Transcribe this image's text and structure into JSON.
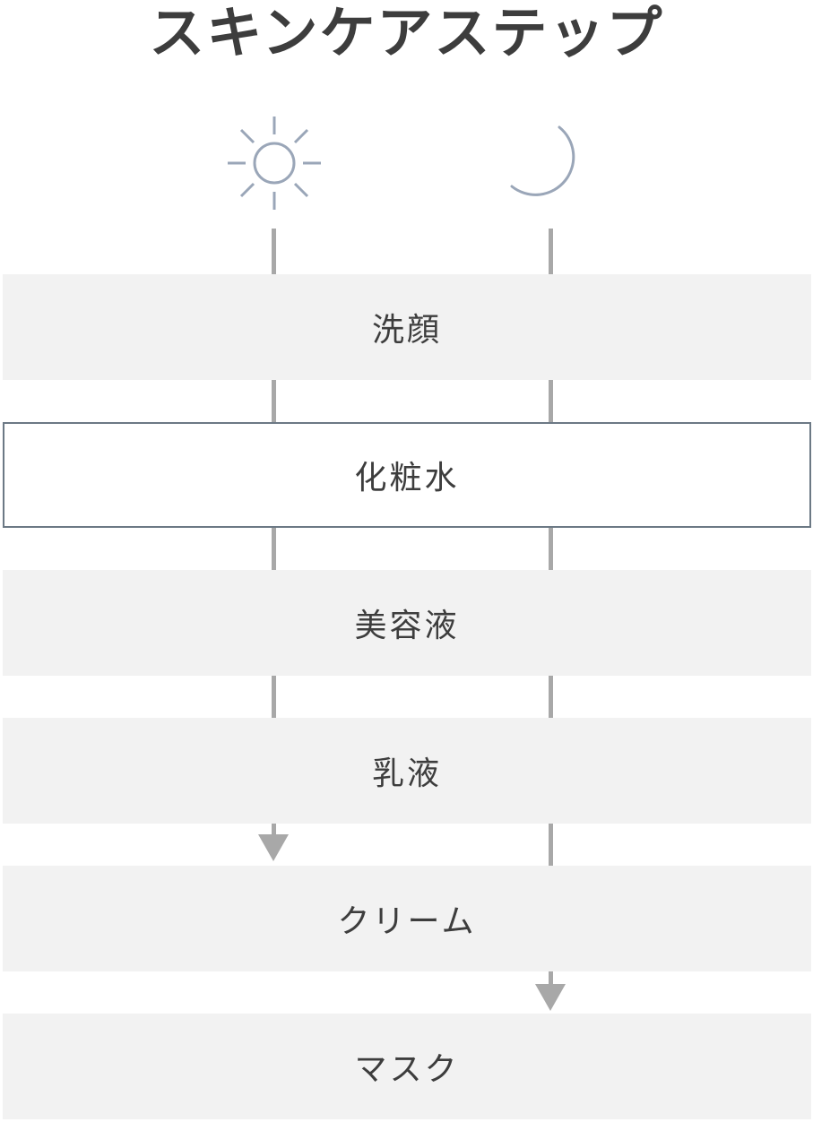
{
  "title": "スキンケアステップ",
  "icons": {
    "morning": "sun-icon",
    "night": "moon-icon",
    "icon_color": "#9aa6b8"
  },
  "colors": {
    "step_fill": "#f2f2f2",
    "highlight_border": "#6c7985",
    "connector": "#a8a8a8",
    "text": "#3d3d3d"
  },
  "steps": [
    {
      "label": "洗顔",
      "highlighted": false
    },
    {
      "label": "化粧水",
      "highlighted": true
    },
    {
      "label": "美容液",
      "highlighted": false
    },
    {
      "label": "乳液",
      "highlighted": false
    },
    {
      "label": "クリーム",
      "highlighted": false
    },
    {
      "label": "マスク",
      "highlighted": false
    }
  ],
  "routines": {
    "morning": {
      "icon": "sun-icon",
      "ends_before_step": "クリーム"
    },
    "night": {
      "icon": "moon-icon",
      "ends_before_step": "マスク"
    }
  }
}
